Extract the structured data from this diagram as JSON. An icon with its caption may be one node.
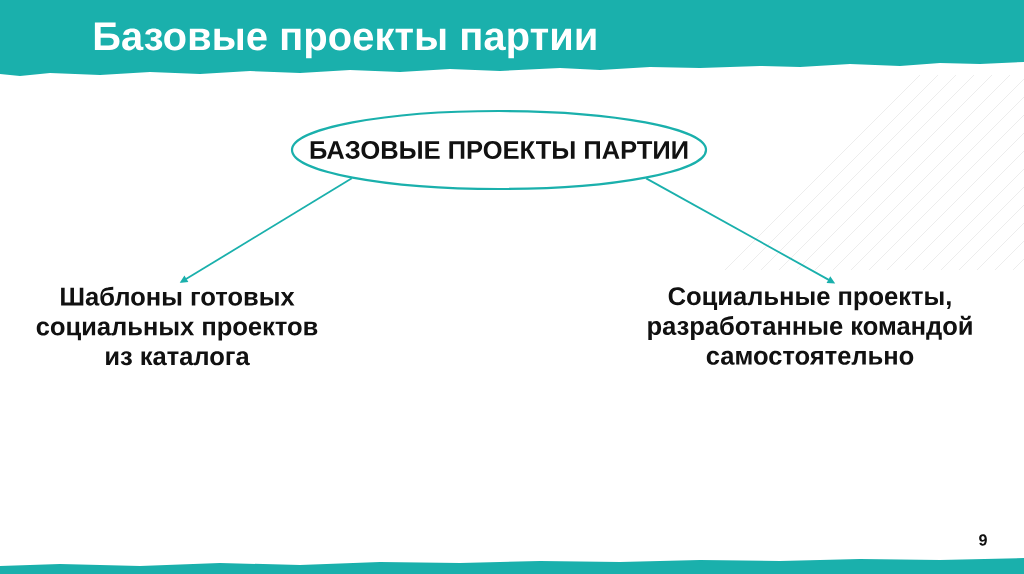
{
  "diagram": {
    "title": "Базовые проекты партии",
    "nodes": [
      {
        "text": [
          "БАЗОВЫЕ ПРОЕКТЫ ПАРТИИ"
        ]
      },
      {
        "text": [
          "Шаблоны готовых социальных проектов из каталога"
        ]
      },
      {
        "text": [
          "Социальные проекты, разработанные командой самостоятельно"
        ]
      }
    ],
    "edges": [
      {
        "from": 0,
        "to": 1,
        "arrow": "to"
      },
      {
        "from": 0,
        "to": 2,
        "arrow": "to"
      }
    ],
    "labels": [
      "9"
    ]
  }
}
